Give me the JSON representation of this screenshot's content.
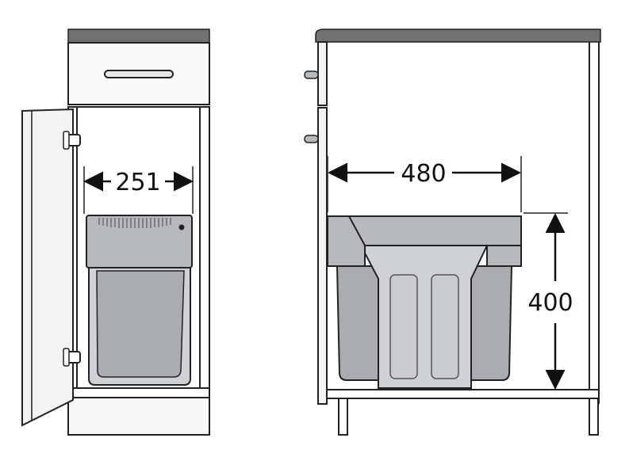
{
  "labels": {
    "front_width": "251",
    "side_depth": "480",
    "side_height": "400"
  },
  "colors": {
    "outline": "#222222",
    "countertop": "#6f7173",
    "cabinet_fill": "#ffffff",
    "cabinet_panel": "#f4f4f4",
    "bin_lid": "#b7babd",
    "bin_body": "#a9adb0",
    "bin_frame": "#cfd2d4",
    "bin_inner": "#c9ccce"
  }
}
